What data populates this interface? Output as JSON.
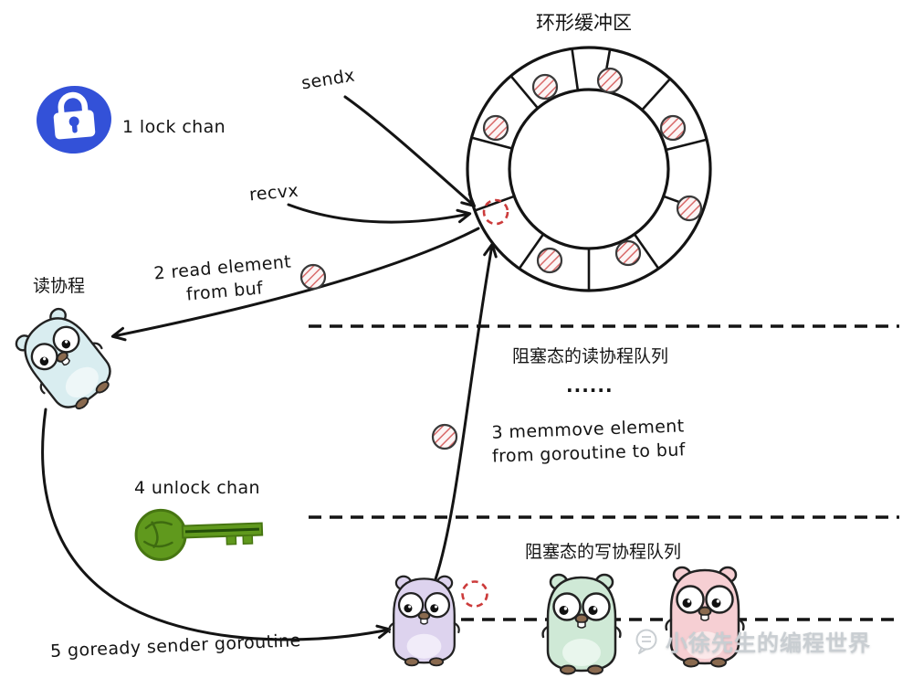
{
  "title": "环形缓冲区",
  "pointers": {
    "sendx": "sendx",
    "recvx": "recvx"
  },
  "steps": {
    "step1": "1 lock chan",
    "step2_line1": "2 read element",
    "step2_line2": "from buf",
    "step3_line1": "3 memmove element",
    "step3_line2": "from goroutine to buf",
    "step4": "4 unlock chan",
    "step5": "5 goready sender goroutine"
  },
  "labels": {
    "reader_goroutine": "读协程",
    "blocked_read_queue": "阻塞态的读协程队列",
    "queue_ellipsis": "......",
    "blocked_write_queue": "阻塞态的写协程队列"
  },
  "watermark": "小徐先生的编程世界",
  "icons": {
    "lock": "lock-icon",
    "key": "key-icon",
    "speech_bubble": "speech-bubble-icon",
    "gophers": [
      "reader-gopher-blue",
      "sender-gopher-purple",
      "blocked-writer-gopher-green",
      "blocked-writer-gopher-pink"
    ]
  },
  "ring_buffer": {
    "filled_slots": 7,
    "empty_slot_markers": 2,
    "elements_in_transit": 2
  },
  "colors": {
    "ink": "#141414",
    "lock_badge_blue": "#3351d8",
    "key_green": "#60991d",
    "key_green_dark": "#477612",
    "element_stripe_red": "#d96a6a",
    "slot_dashed_red": "#cc3b3b",
    "gopher_blue": "#d9edf0",
    "gopher_purple": "#ddd3ee",
    "gopher_green": "#cfe9d6",
    "gopher_pink": "#f6cfd3",
    "watermark_gray": "#c9ced2"
  }
}
